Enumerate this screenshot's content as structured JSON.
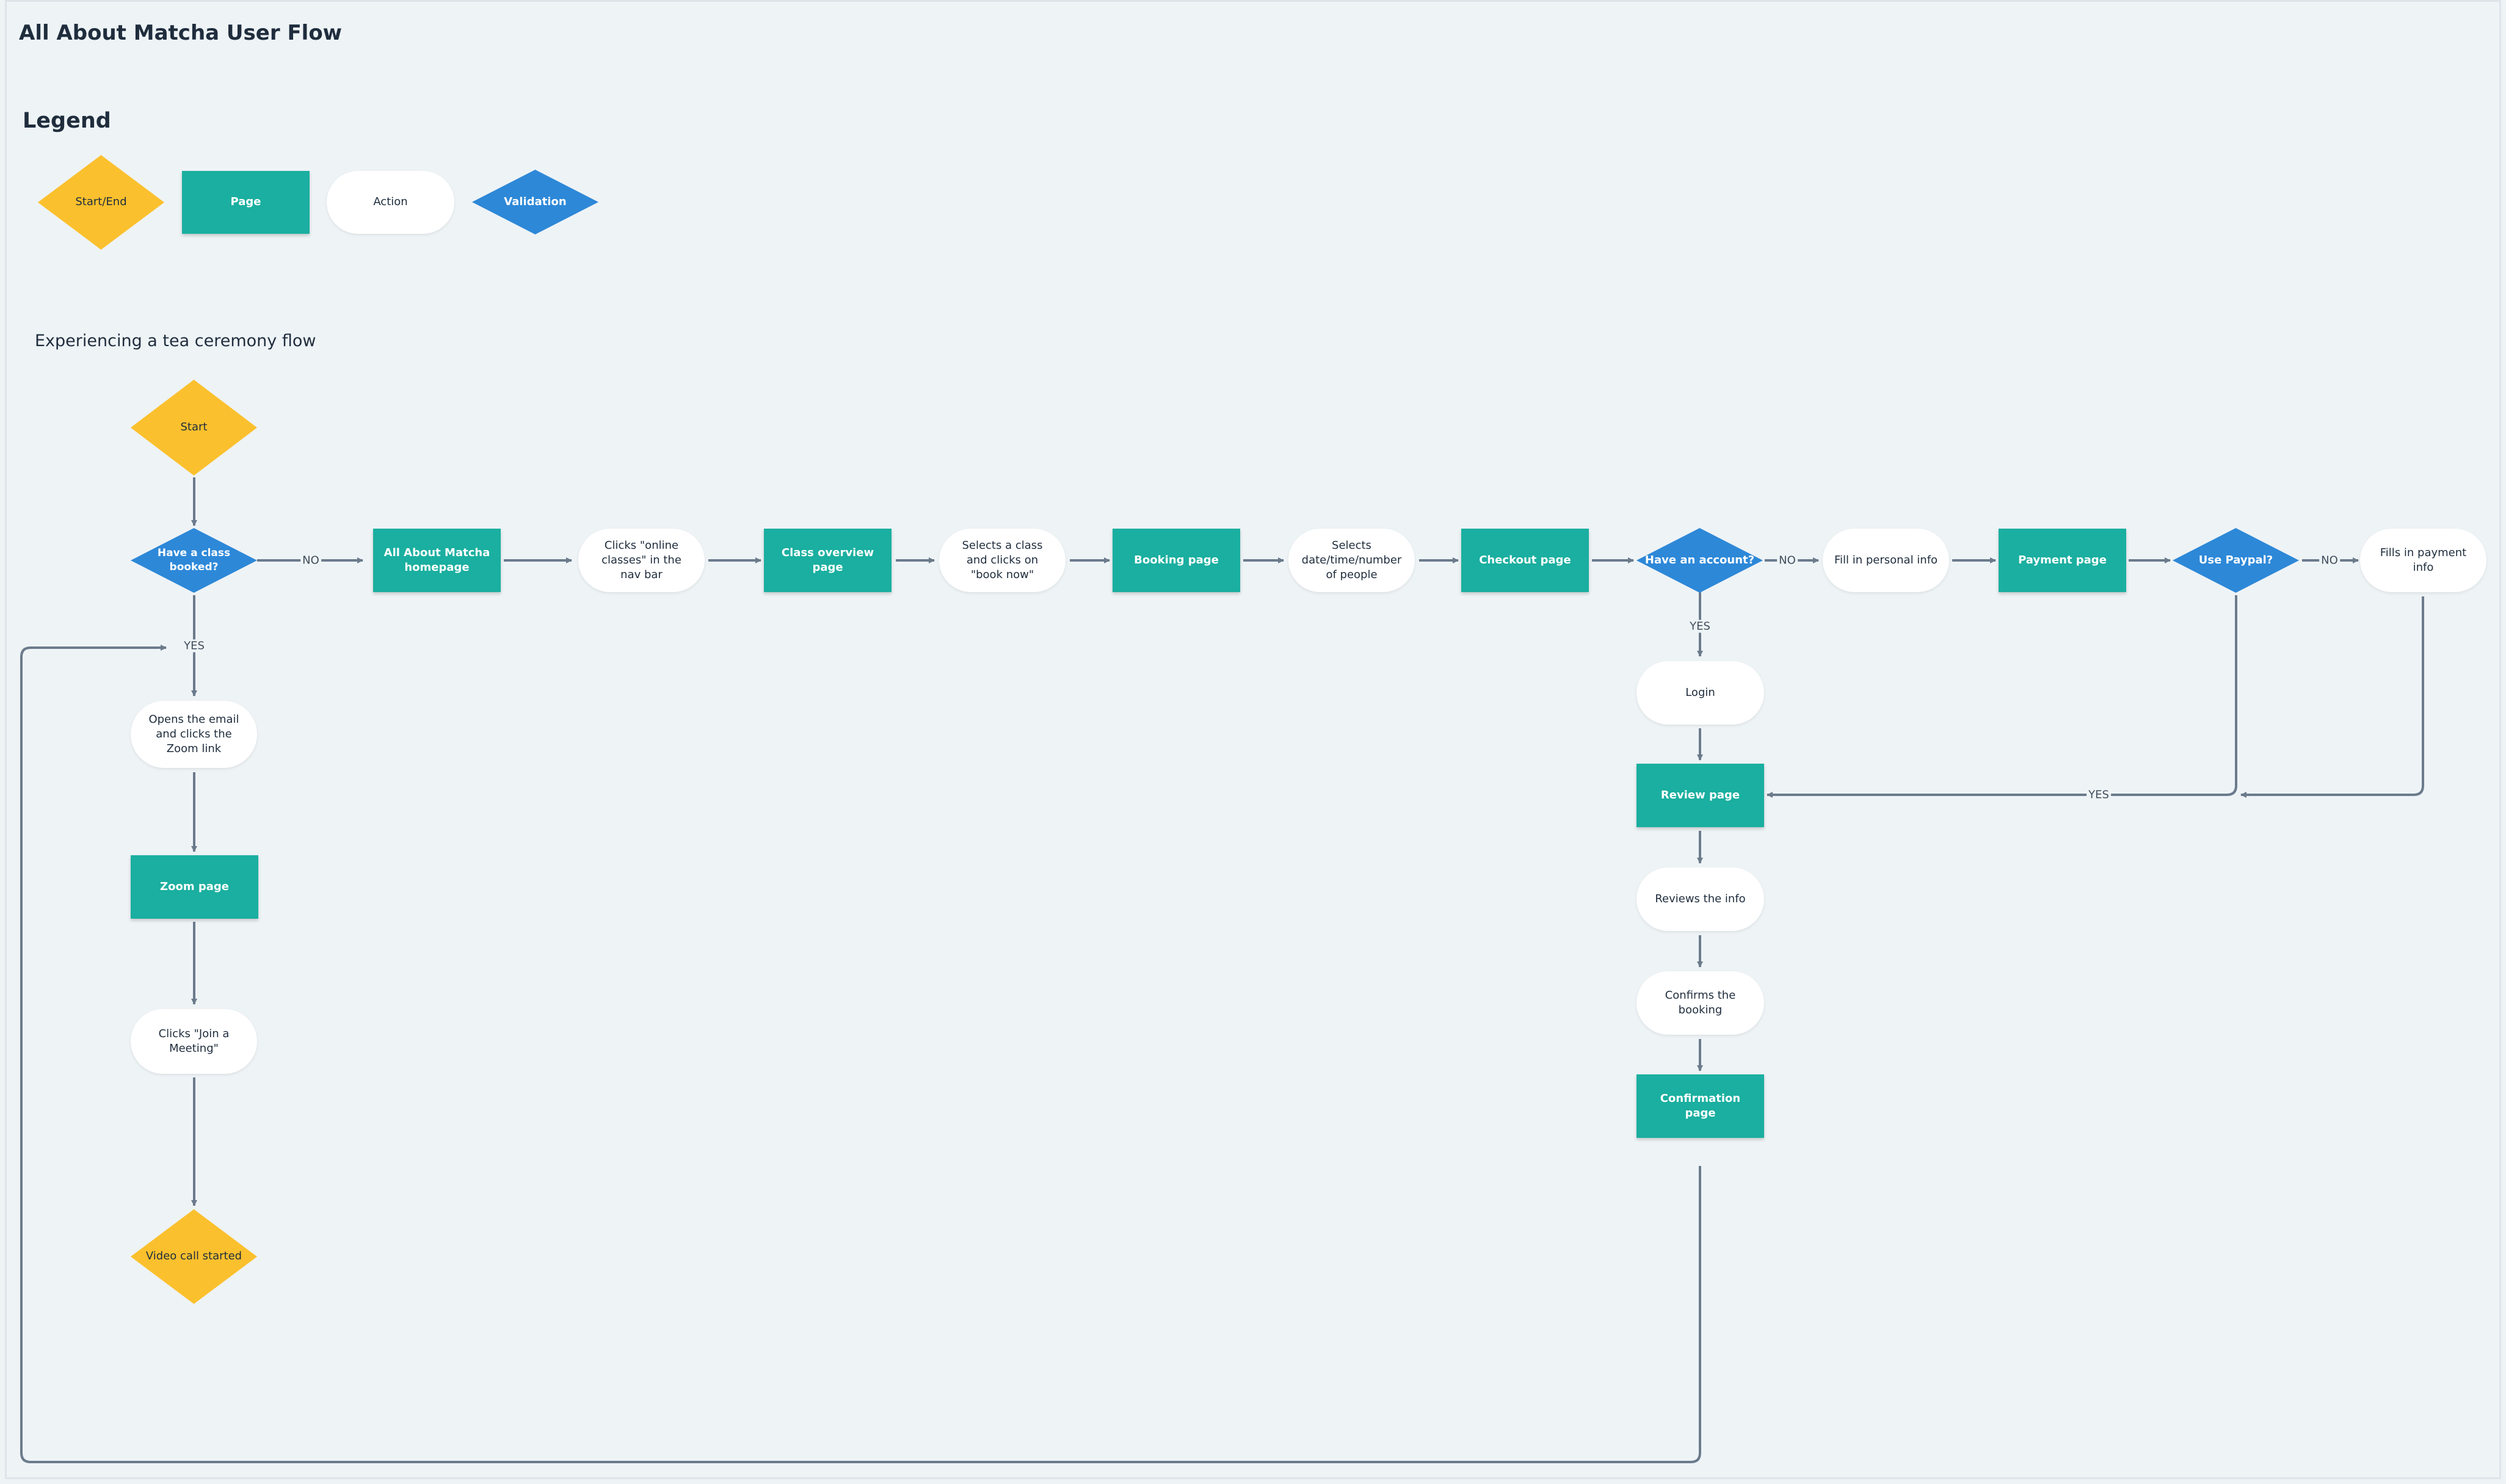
{
  "title": "All About Matcha User Flow",
  "legend": {
    "title": "Legend",
    "items": [
      {
        "label": "Start/End"
      },
      {
        "label": "Page"
      },
      {
        "label": "Action"
      },
      {
        "label": "Validation"
      }
    ]
  },
  "flow_title": "Experiencing a tea ceremony flow",
  "colors": {
    "start_end": "#fbc02d",
    "page": "#1aafa0",
    "action": "#ffffff",
    "validation": "#2d88d8",
    "connector": "#6b7b8c",
    "background": "#eef3f6"
  },
  "nodes": {
    "start": "Start",
    "have_class": "Have a class booked?",
    "homepage": "All About Matcha homepage",
    "clicks_online": "Clicks \"online classes\" in the nav bar",
    "class_overview": "Class overview page",
    "selects_class": "Selects a class and clicks on \"book now\"",
    "booking": "Booking page",
    "selects_date": "Selects date/time/number of people",
    "checkout": "Checkout page",
    "have_account": "Have an account?",
    "fill_personal": "Fill in personal info",
    "payment": "Payment page",
    "use_paypal": "Use Paypal?",
    "fills_payment": "Fills in payment info",
    "login": "Login",
    "review": "Review page",
    "reviews_info": "Reviews the info",
    "confirms": "Confirms the booking",
    "confirmation": "Confirmation page",
    "opens_email": "Opens the email and clicks the Zoom link",
    "zoom": "Zoom page",
    "clicks_join": "Clicks \"Join a Meeting\"",
    "video_started": "Video call started"
  },
  "edge_labels": {
    "no_1": "NO",
    "yes_1": "YES",
    "no_2": "NO",
    "yes_2": "YES",
    "no_3": "NO",
    "yes_3": "YES"
  }
}
